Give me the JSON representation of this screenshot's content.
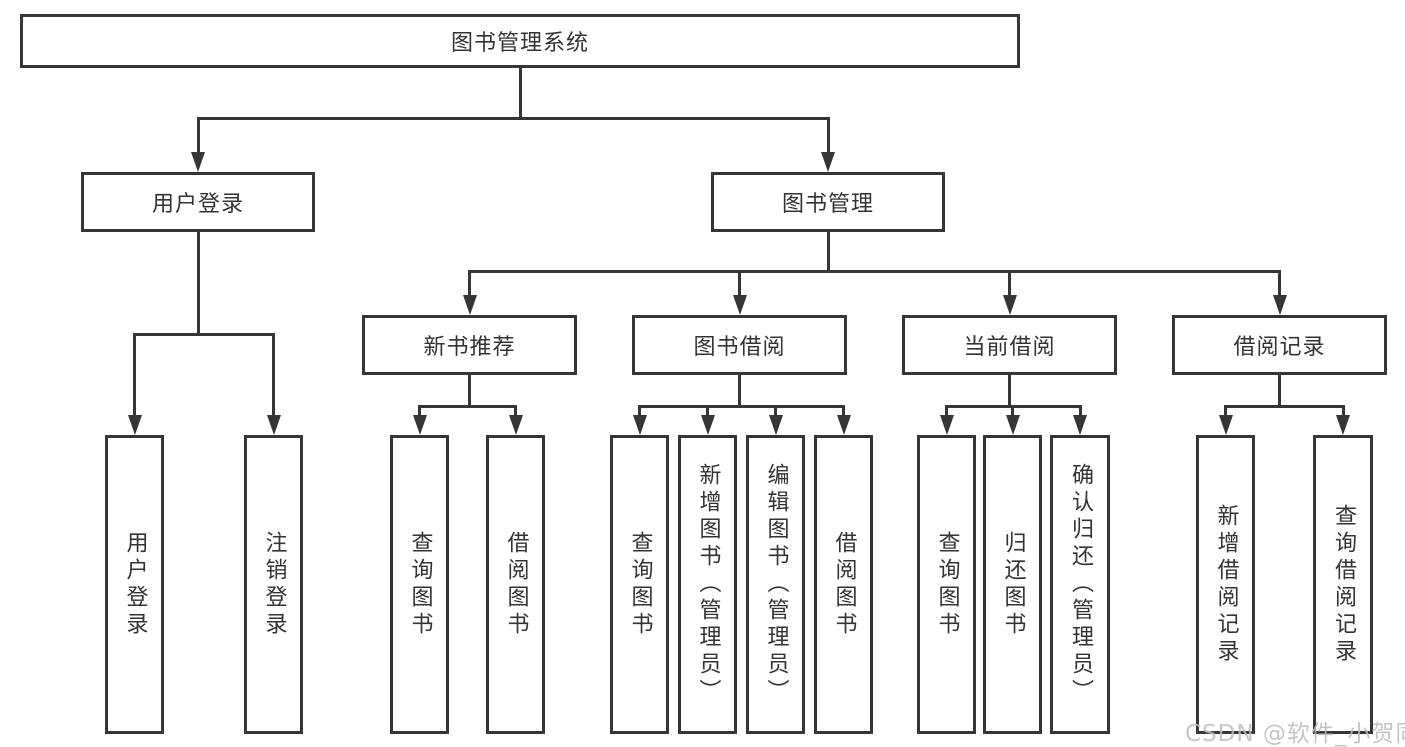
{
  "colors": {
    "line": "#363636",
    "text": "#333333",
    "watermark": "#bcbcbc",
    "background": "#ffffff"
  },
  "diagram": {
    "root": "图书管理系统",
    "branches": [
      {
        "label": "用户登录",
        "children": [
          "用户登录",
          "注销登录"
        ]
      },
      {
        "label": "图书管理",
        "sections": [
          {
            "label": "新书推荐",
            "children": [
              "查询图书",
              "借阅图书"
            ]
          },
          {
            "label": "图书借阅",
            "children": [
              "查询图书",
              "新增图书（管理员）",
              "编辑图书（管理员）",
              "借阅图书"
            ]
          },
          {
            "label": "当前借阅",
            "children": [
              "查询图书",
              "归还图书",
              "确认归还（管理员）"
            ]
          },
          {
            "label": "借阅记录",
            "children": [
              "新增借阅记录",
              "查询借阅记录"
            ]
          }
        ]
      }
    ],
    "watermark": "CSDN @软件_小贺同学"
  }
}
